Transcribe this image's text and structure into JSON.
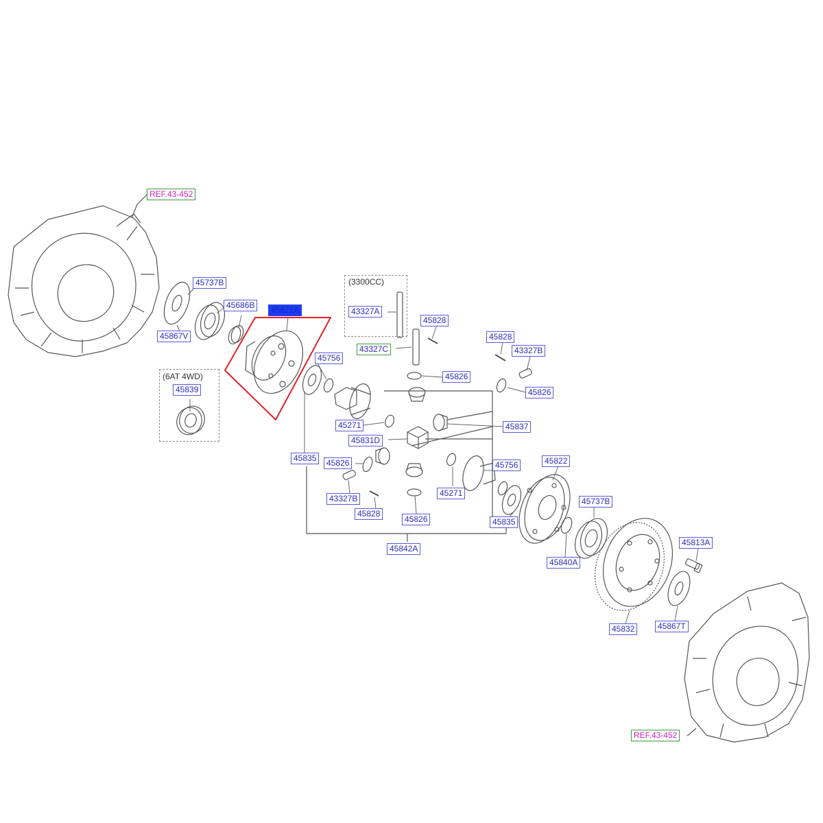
{
  "colors": {
    "line": "#555555",
    "label_border": "#5a5ad6",
    "label_text": "#2b2bbd",
    "ref_text": "#d21fbf",
    "ref_border": "#3a9a3a",
    "highlight_outline": "#e0202a",
    "selected_fill": "#1f3cf2"
  },
  "groups": {
    "engine_3300cc": "(3300CC)",
    "option_6at_4wd": "(6AT 4WD)"
  },
  "labels": {
    "ref_top": "REF.43-452",
    "ref_bottom": "REF.43-452",
    "p45737b_a": "45737B",
    "p45686b": "45686B",
    "p45822a": "45822A",
    "p45867v": "45867V",
    "p45839": "45839",
    "p43327a": "43327A",
    "p43327c": "43327C",
    "p45828_a": "45828",
    "p45828_b": "45828",
    "p43327b_a": "43327B",
    "p45826_a": "45826",
    "p45826_b": "45826",
    "p45756_a": "45756",
    "p45271_a": "45271",
    "p45837": "45837",
    "p45831d": "45831D",
    "p45835_a": "45835",
    "p45826_c": "45826",
    "p45822": "45822",
    "p45756_b": "45756",
    "p43327b_b": "43327B",
    "p45271_b": "45271",
    "p45737b_b": "45737B",
    "p45828_c": "45828",
    "p45826_d": "45826",
    "p45835_b": "45835",
    "p45842a": "45842A",
    "p45840a": "45840A",
    "p45813a": "45813A",
    "p45832": "45832",
    "p45867t": "45867T"
  }
}
